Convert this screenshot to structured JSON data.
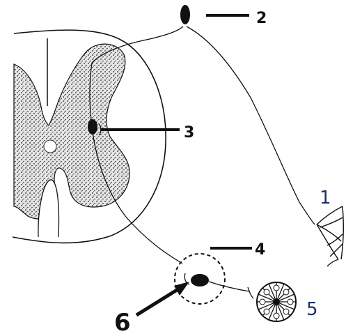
{
  "labels": {
    "l1": "1",
    "l2": "2",
    "l3": "3",
    "l4": "4",
    "l5": "5",
    "l6": "6"
  },
  "colors": {
    "ink": "#111111",
    "label_dark": "#111111",
    "label_blue": "#1f2f66",
    "gray_matter": "#d9d9d9"
  }
}
